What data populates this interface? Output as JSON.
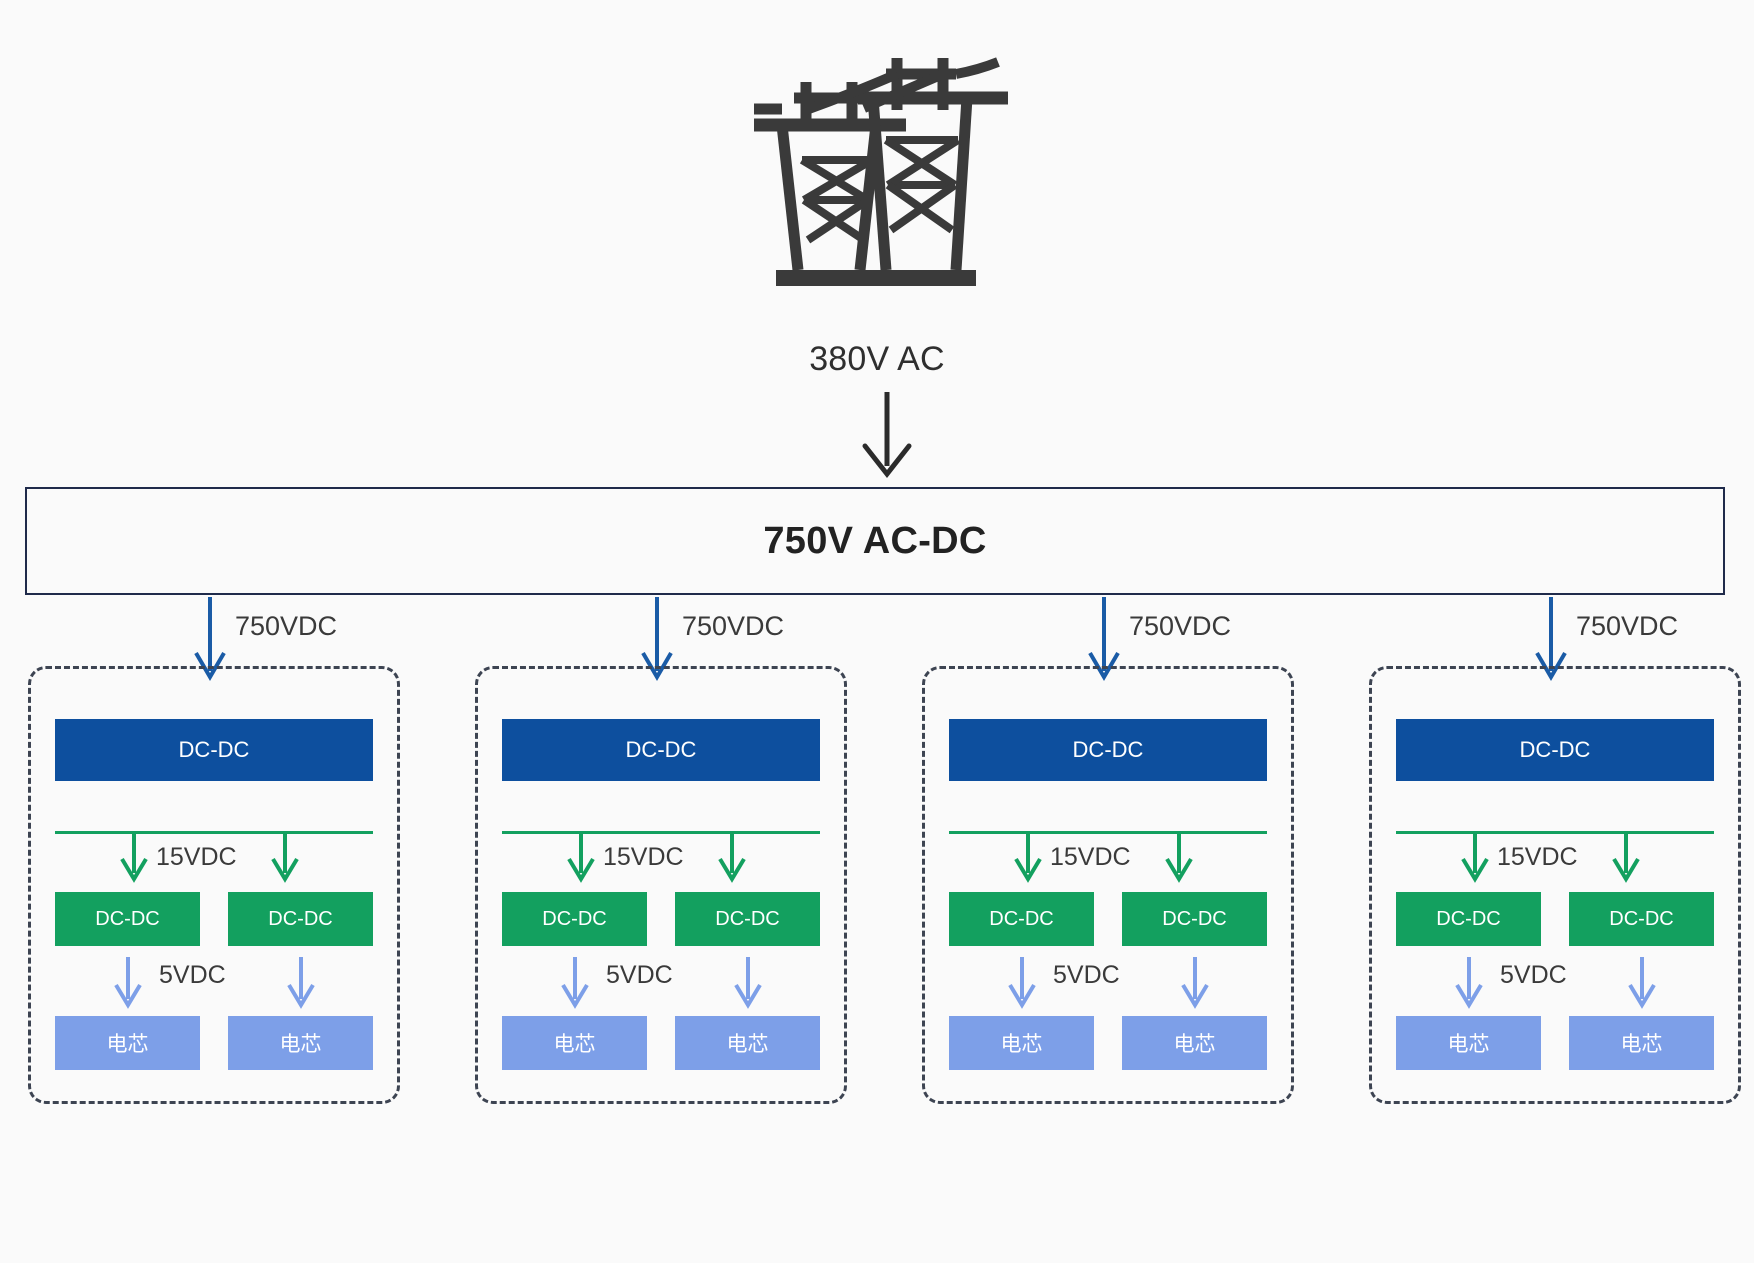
{
  "diagram": {
    "title_text": "380V AC",
    "source": {
      "icon": "transmission-tower-icon",
      "voltage_label": "380V AC"
    },
    "converter_bar": {
      "label": "750V AC-DC",
      "border_color": "#1f2a4a"
    },
    "feed_label": "750VDC",
    "stage_labels": {
      "bus": "15VDC",
      "output": "5VDC"
    },
    "node_labels": {
      "primary_converter": "DC-DC",
      "secondary_converter": "DC-DC",
      "cell": "电芯"
    },
    "colors": {
      "background": "#fafafa",
      "primary_blue": "#0d4f9e",
      "bus_green": "#13a05f",
      "cell_blue": "#7d9fe8",
      "arrow_blue": "#1a5ba6",
      "arrow_light_blue": "#7d9fe8",
      "dashed_border": "#3d4452",
      "text_dark": "#333333"
    },
    "groups": [
      {
        "feed_label": "750VDC",
        "primary": "DC-DC",
        "bus_label": "15VDC",
        "secondary": [
          "DC-DC",
          "DC-DC"
        ],
        "output_label": "5VDC",
        "cells": [
          "电芯",
          "电芯"
        ]
      },
      {
        "feed_label": "750VDC",
        "primary": "DC-DC",
        "bus_label": "15VDC",
        "secondary": [
          "DC-DC",
          "DC-DC"
        ],
        "output_label": "5VDC",
        "cells": [
          "电芯",
          "电芯"
        ]
      },
      {
        "feed_label": "750VDC",
        "primary": "DC-DC",
        "bus_label": "15VDC",
        "secondary": [
          "DC-DC",
          "DC-DC"
        ],
        "output_label": "5VDC",
        "cells": [
          "电芯",
          "电芯"
        ]
      },
      {
        "feed_label": "750VDC",
        "primary": "DC-DC",
        "bus_label": "15VDC",
        "secondary": [
          "DC-DC",
          "DC-DC"
        ],
        "output_label": "5VDC",
        "cells": [
          "电芯",
          "电芯"
        ]
      }
    ]
  }
}
